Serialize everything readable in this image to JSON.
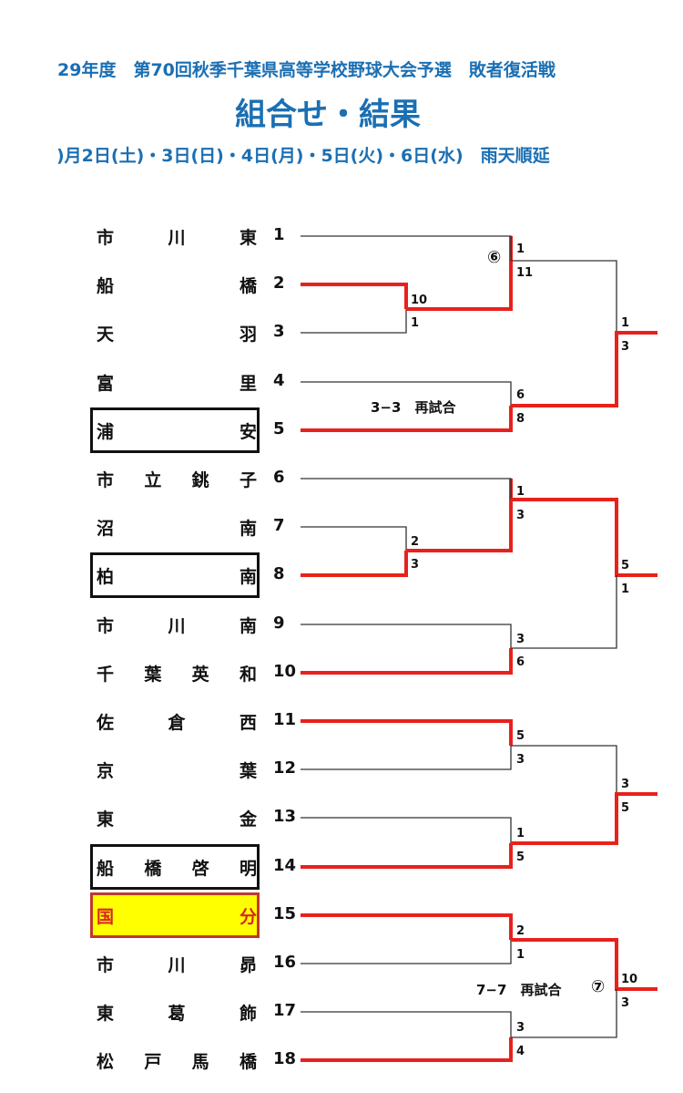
{
  "header": {
    "line1": "29年度　第70回秋季千葉県高等学校野球大会予選　敗者復活戦",
    "title": "組合せ・結果",
    "dates": ")月2日(土)・3日(日)・4日(月)・5日(火)・6日(水)　雨天順延"
  },
  "colors": {
    "header": "#1b6fb3",
    "winner_line": "#e8211c",
    "highlight_bg": "#ffff00",
    "highlight_text": "#d9261c"
  },
  "teams": [
    {
      "num": "1",
      "chars": [
        "市",
        "川",
        "東"
      ],
      "boxed": false
    },
    {
      "num": "2",
      "chars": [
        "船",
        "橋"
      ],
      "boxed": false
    },
    {
      "num": "3",
      "chars": [
        "天",
        "羽"
      ],
      "boxed": false
    },
    {
      "num": "4",
      "chars": [
        "富",
        "里"
      ],
      "boxed": false
    },
    {
      "num": "5",
      "chars": [
        "浦",
        "安"
      ],
      "boxed": true
    },
    {
      "num": "6",
      "chars": [
        "市",
        "立",
        "銚",
        "子"
      ],
      "boxed": false
    },
    {
      "num": "7",
      "chars": [
        "沼",
        "南"
      ],
      "boxed": false
    },
    {
      "num": "8",
      "chars": [
        "柏",
        "南"
      ],
      "boxed": true
    },
    {
      "num": "9",
      "chars": [
        "市",
        "川",
        "南"
      ],
      "boxed": false
    },
    {
      "num": "10",
      "chars": [
        "千",
        "葉",
        "英",
        "和"
      ],
      "boxed": false
    },
    {
      "num": "11",
      "chars": [
        "佐",
        "倉",
        "西"
      ],
      "boxed": false
    },
    {
      "num": "12",
      "chars": [
        "京",
        "葉"
      ],
      "boxed": false
    },
    {
      "num": "13",
      "chars": [
        "東",
        "金"
      ],
      "boxed": false
    },
    {
      "num": "14",
      "chars": [
        "船",
        "橋",
        "啓",
        "明"
      ],
      "boxed": true
    },
    {
      "num": "15",
      "chars": [
        "国",
        "分"
      ],
      "boxed": true,
      "highlight": true
    },
    {
      "num": "16",
      "chars": [
        "市",
        "川",
        "昴"
      ],
      "boxed": false
    },
    {
      "num": "17",
      "chars": [
        "東",
        "葛",
        "飾"
      ],
      "boxed": false
    },
    {
      "num": "18",
      "chars": [
        "松",
        "戸",
        "馬",
        "橋"
      ],
      "boxed": false
    }
  ],
  "scores": {
    "m2v3": [
      "10",
      "1"
    ],
    "m1vW": [
      "1",
      "11"
    ],
    "m4v5": [
      "6",
      "8"
    ],
    "r3a": [
      "1",
      "3"
    ],
    "m7v8": [
      "2",
      "3"
    ],
    "m6vW": [
      "1",
      "3"
    ],
    "m9v10": [
      "3",
      "6"
    ],
    "r3b": [
      "5",
      "1"
    ],
    "m11v12": [
      "5",
      "3"
    ],
    "m13v14": [
      "1",
      "5"
    ],
    "r3c": [
      "3",
      "5"
    ],
    "m15v16": [
      "2",
      "1"
    ],
    "m17v18": [
      "3",
      "4"
    ],
    "r3d": [
      "10",
      "3"
    ]
  },
  "notes": {
    "replay1": "3−3　再試合",
    "replay2": "7−7　再試合",
    "circle6": "⑥",
    "circle7": "⑦"
  }
}
